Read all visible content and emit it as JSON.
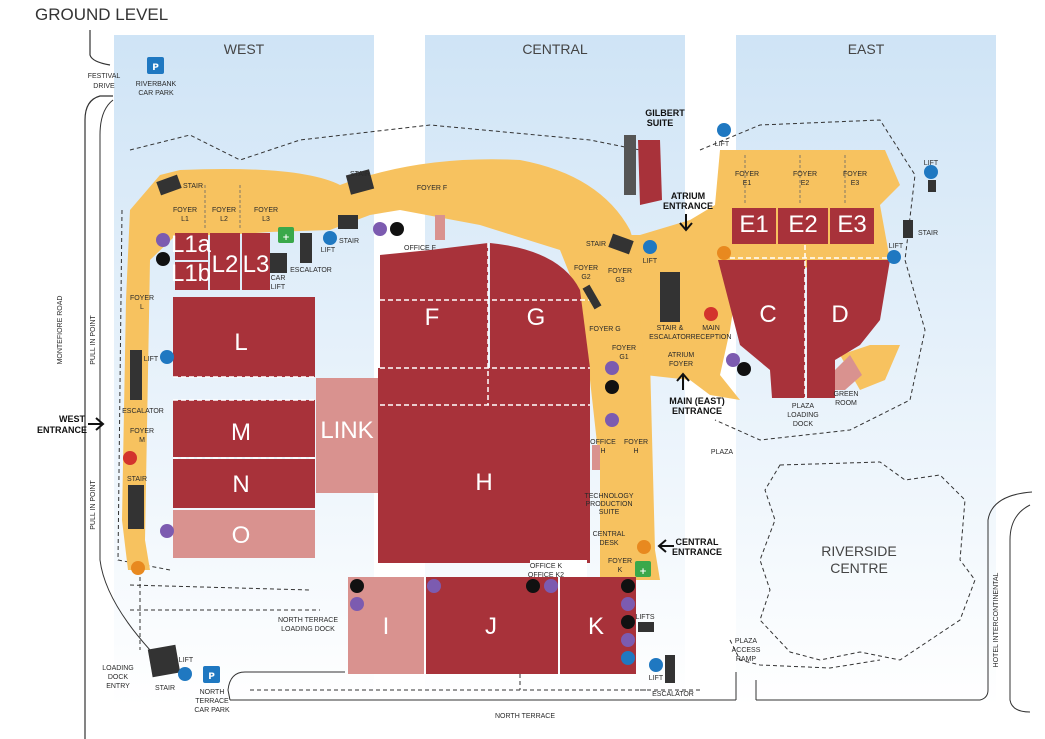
{
  "title": "GROUND LEVEL",
  "zones": [
    "WEST",
    "CENTRAL",
    "EAST"
  ],
  "halls": {
    "L1a": "L1a",
    "L1b": "L1b",
    "L2": "L2",
    "L3": "L3",
    "L": "L",
    "M": "M",
    "N": "N",
    "O": "O",
    "LINK": "LINK",
    "F": "F",
    "G": "G",
    "H": "H",
    "I": "I",
    "J": "J",
    "K": "K",
    "E1": "E1",
    "E2": "E2",
    "E3": "E3",
    "C": "C",
    "D": "D"
  },
  "labels": {
    "festival_drive": [
      "FESTIVAL",
      "DRIVE"
    ],
    "riverbank": [
      "RIVERBANK",
      "CAR PARK"
    ],
    "montefiore": "MONTEFIORE ROAD",
    "pull_in_1": "PULL IN POINT",
    "pull_in_2": "PULL IN POINT",
    "west_entrance": [
      "WEST",
      "ENTRANCE"
    ],
    "foyer_l1": [
      "FOYER",
      "L1"
    ],
    "foyer_l2": [
      "FOYER",
      "L2"
    ],
    "foyer_l3": [
      "FOYER",
      "L3"
    ],
    "foyer_l": [
      "FOYER",
      "L"
    ],
    "foyer_m": [
      "FOYER",
      "M"
    ],
    "foyer_f": "FOYER F",
    "foyer_g": "FOYER G",
    "foyer_g2": [
      "FOYER",
      "G2"
    ],
    "foyer_g3": [
      "FOYER",
      "G3"
    ],
    "foyer_g1": [
      "FOYER",
      "G1"
    ],
    "foyer_h": [
      "FOYER",
      "H"
    ],
    "foyer_k": [
      "FOYER",
      "K"
    ],
    "foyer_e1": [
      "FOYER",
      "E1"
    ],
    "foyer_e2": [
      "FOYER",
      "E2"
    ],
    "foyer_e3": [
      "FOYER",
      "E3"
    ],
    "office_f": "OFFICE F",
    "office_h": [
      "OFFICE",
      "H"
    ],
    "office_k": "OFFICE K",
    "office_k2": "OFFICE K2",
    "stair": "STAIR",
    "lift": "LIFT",
    "lifts": "LIFTS",
    "escalator": "ESCALATOR",
    "car_lift": [
      "CAR",
      "LIFT"
    ],
    "gilbert_suite": [
      "GILBERT",
      "SUITE"
    ],
    "atrium_entrance": [
      "ATRIUM",
      "ENTRANCE"
    ],
    "atrium_foyer": [
      "ATRIUM",
      "FOYER"
    ],
    "stair_escalator": [
      "STAIR &",
      "ESCALATOR"
    ],
    "main_reception": [
      "MAIN",
      "RECEPTION"
    ],
    "main_east_entrance": [
      "MAIN (EAST)",
      "ENTRANCE"
    ],
    "plaza_loading_dock": [
      "PLAZA",
      "LOADING",
      "DOCK"
    ],
    "green_room": [
      "GREEN",
      "ROOM"
    ],
    "plaza": "PLAZA",
    "riverside_centre": [
      "RIVERSIDE",
      "CENTRE"
    ],
    "technology_suite": [
      "TECHNOLOGY",
      "PRODUCTION",
      "SUITE"
    ],
    "central_desk": [
      "CENTRAL",
      "DESK"
    ],
    "central_entrance": [
      "CENTRAL",
      "ENTRANCE"
    ],
    "north_terrace_loading_dock": [
      "NORTH TERRACE",
      "LOADING DOCK"
    ],
    "north_terrace": "NORTH TERRACE",
    "north_terrace_car_park": [
      "NORTH",
      "TERRACE",
      "CAR PARK"
    ],
    "loading_dock_entry": [
      "LOADING",
      "DOCK",
      "ENTRY"
    ],
    "plaza_access_ramp": [
      "PLAZA",
      "ACCESS",
      "RAMP"
    ],
    "hotel_intercontinental": "HOTEL INTERCONTINENTAL"
  },
  "colors": {
    "hall": "#a8323a",
    "hall_light": "#d9928f",
    "foyer": "#f7c25f",
    "zone_bg": "#dcecf8",
    "wc": "#7c5bb0",
    "lift": "#1f78c1",
    "access": "#111111",
    "firstaid": "#3aa84a",
    "emergency": "#d3332d",
    "escalator": "#e8891f"
  },
  "icons": [
    "parking-icon",
    "lift-icon",
    "toilet-icon",
    "accessible-icon",
    "first-aid-icon",
    "escalator-icon",
    "emergency-icon"
  ]
}
